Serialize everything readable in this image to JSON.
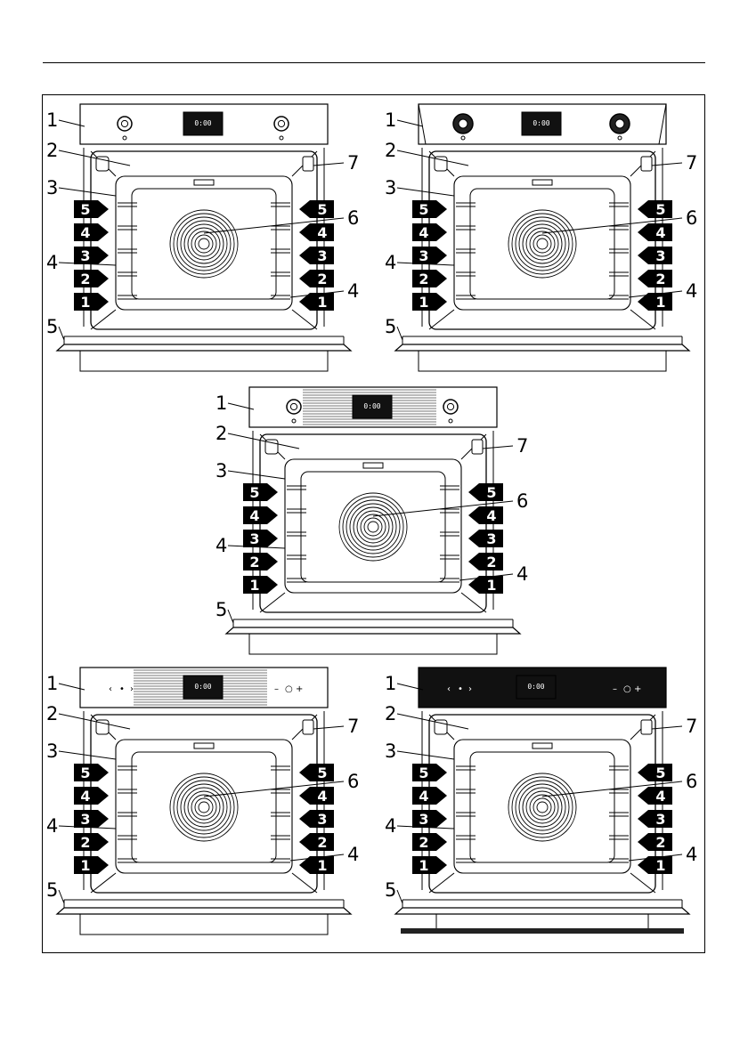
{
  "figure": {
    "callouts": {
      "control_panel": "1",
      "light": "2",
      "rack_guide": "3",
      "shelf_runner": "4",
      "door": "5",
      "fan_cover": "6",
      "grill_element_connector": "7"
    },
    "shelf_levels": [
      "1",
      "2",
      "3",
      "4",
      "5"
    ],
    "display_text": "0:00"
  },
  "variants": [
    {
      "panel": "stainless knobs small"
    },
    {
      "panel": "stainless knobs large"
    },
    {
      "panel": "grill knobs"
    },
    {
      "panel": "touch keys with grill strip"
    },
    {
      "panel": "black glass touch"
    }
  ]
}
